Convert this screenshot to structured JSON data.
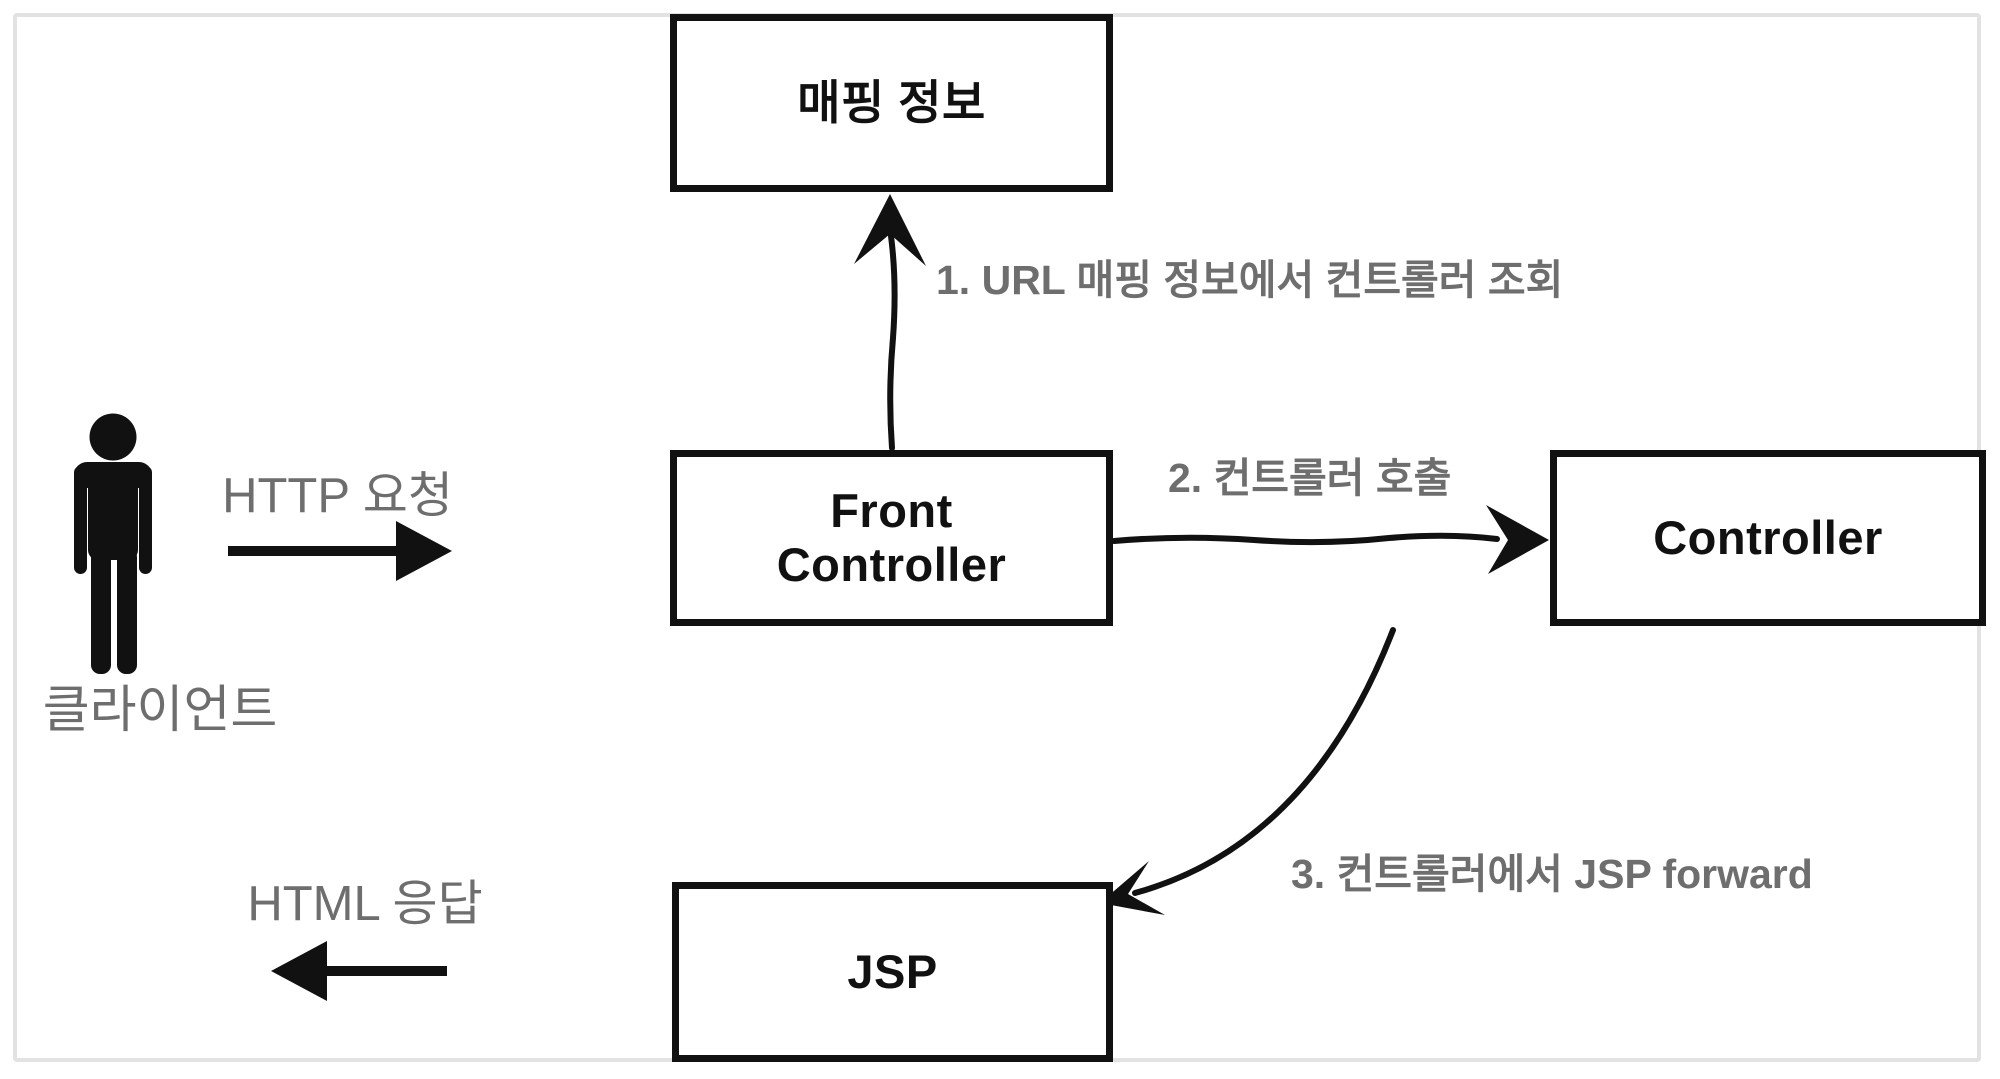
{
  "diagram": {
    "client": {
      "label": "클라이언트"
    },
    "boxes": {
      "mapping_info": "매핑 정보",
      "front_controller_line1": "Front",
      "front_controller_line2": "Controller",
      "controller": "Controller",
      "jsp": "JSP"
    },
    "flows": {
      "http_request": "HTTP 요청",
      "html_response": "HTML 응답",
      "step1": "1. URL 매핑 정보에서 컨트롤러 조회",
      "step2": "2. 컨트롤러 호출",
      "step3": "3. 컨트롤러에서 JSP forward"
    },
    "colors": {
      "box_border": "#111111",
      "arrow": "#111111",
      "label_gray": "#6e6e6e",
      "frame_border": "#e2e2e2",
      "background": "#ffffff"
    }
  }
}
